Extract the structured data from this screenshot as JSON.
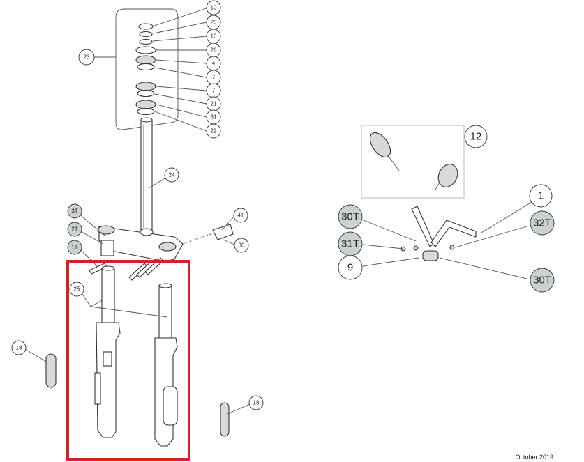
{
  "callouts": [
    {
      "id": "c10a",
      "label": "10",
      "shaded": false,
      "big": false
    },
    {
      "id": "c20",
      "label": "20",
      "shaded": false,
      "big": false
    },
    {
      "id": "c10b",
      "label": "10",
      "shaded": false,
      "big": false
    },
    {
      "id": "c26",
      "label": "26",
      "shaded": false,
      "big": false
    },
    {
      "id": "c4",
      "label": "4",
      "shaded": false,
      "big": false
    },
    {
      "id": "c7a",
      "label": "7",
      "shaded": false,
      "big": false
    },
    {
      "id": "c7b",
      "label": "7",
      "shaded": false,
      "big": false
    },
    {
      "id": "c21",
      "label": "21",
      "shaded": false,
      "big": false
    },
    {
      "id": "c31",
      "label": "31",
      "shaded": false,
      "big": false
    },
    {
      "id": "c22",
      "label": "22",
      "shaded": false,
      "big": false
    },
    {
      "id": "c23",
      "label": "23",
      "shaded": false,
      "big": false
    },
    {
      "id": "c24",
      "label": "24",
      "shaded": false,
      "big": false
    },
    {
      "id": "c3T",
      "label": "3T",
      "shaded": true,
      "big": false
    },
    {
      "id": "c2T",
      "label": "2T",
      "shaded": true,
      "big": false
    },
    {
      "id": "c1T",
      "label": "1T",
      "shaded": true,
      "big": false
    },
    {
      "id": "c4T",
      "label": "4T",
      "shaded": false,
      "big": false
    },
    {
      "id": "c30",
      "label": "30",
      "shaded": false,
      "big": false
    },
    {
      "id": "c25",
      "label": "25",
      "shaded": false,
      "big": false
    },
    {
      "id": "c18a",
      "label": "18",
      "shaded": false,
      "big": false
    },
    {
      "id": "c18b",
      "label": "18",
      "shaded": false,
      "big": false
    },
    {
      "id": "c12",
      "label": "12",
      "shaded": false,
      "big": true
    },
    {
      "id": "c1",
      "label": "1",
      "shaded": false,
      "big": true
    },
    {
      "id": "c30Ta",
      "label": "30T",
      "shaded": true,
      "big": true
    },
    {
      "id": "c32T",
      "label": "32T",
      "shaded": true,
      "big": true
    },
    {
      "id": "c31T",
      "label": "31T",
      "shaded": true,
      "big": true
    },
    {
      "id": "c9",
      "label": "9",
      "shaded": false,
      "big": true
    },
    {
      "id": "c30Tb",
      "label": "30T",
      "shaded": true,
      "big": true
    }
  ],
  "footer": {
    "date": "October 2019"
  },
  "colors": {
    "highlight": "#d42027",
    "callout_shade": "#c9d1d1"
  }
}
